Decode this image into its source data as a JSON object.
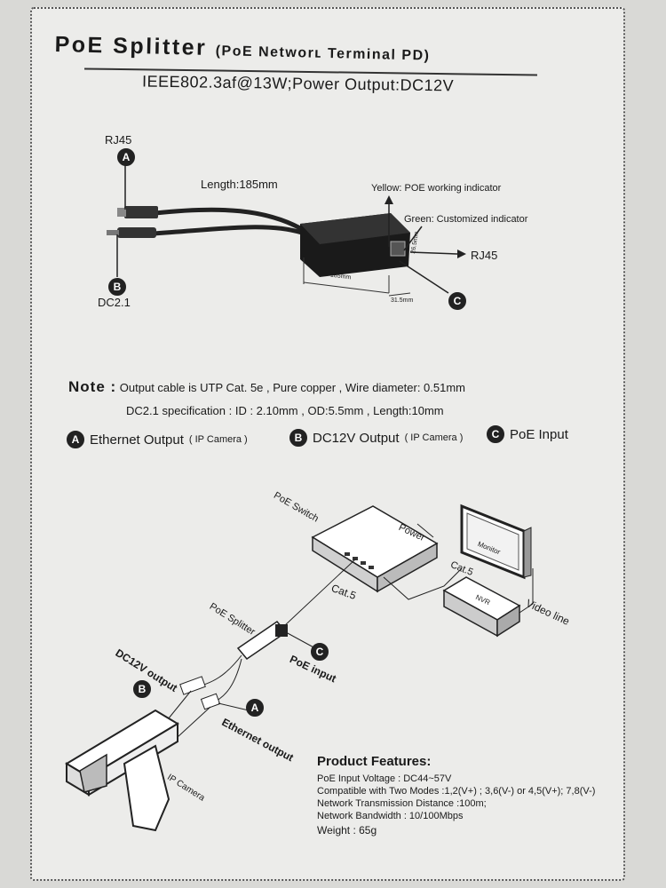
{
  "header": {
    "title": "PoE Splitter",
    "subtitle": "(PoE Networʟ Terminal PD)",
    "spec": "IEEE802.3af@13W;Power Output:DC12V"
  },
  "top_diagram": {
    "rj45_label": "RJ45",
    "badge_a": "A",
    "badge_b": "B",
    "badge_c": "C",
    "length_label": "Length:185mm",
    "dc_label": "DC2.1",
    "yellow_label": "Yellow: POE working indicator",
    "green_label": "Green: Customized indicator",
    "rj45_right": "RJ45",
    "dim_185": "185mm",
    "dim_26": "26.5mm",
    "dim_31": "31.5mm"
  },
  "note": {
    "head": "Note :",
    "line1": "Output cable is UTP Cat. 5e , Pure copper , Wire diameter: 0.51mm",
    "line2": "DC2.1 specification : ID : 2.10mm ,  OD:5.5mm ,  Length:10mm"
  },
  "legend": {
    "a_text": "Ethernet Output",
    "a_small": "( IP Camera )",
    "b_text": "DC12V Output",
    "b_small": "( IP Camera )",
    "c_text": "PoE Input"
  },
  "network": {
    "poe_switch": "PoE Switch",
    "power": "Power",
    "monitor": "Monitor",
    "cat5_top": "Cat.5",
    "cat5_mid": "Cat.5",
    "nvr": "NVR",
    "video_line": "Video line",
    "poe_splitter": "PoE Splitter",
    "poe_input": "PoE input",
    "dc12v_output": "DC12V output",
    "ethernet_output": "Ethernet output",
    "ip_camera": "IP Camera"
  },
  "features": {
    "title": "Product Features:",
    "items": [
      "PoE  Input Voltage : DC44~57V",
      "Compatible with Two Modes :1,2(V+) ; 3,6(V-) or 4,5(V+); 7,8(V-)",
      "Network Transmission Distance :100m;",
      "Network Bandwidth : 10/100Mbps",
      "Weight : 65g"
    ]
  }
}
